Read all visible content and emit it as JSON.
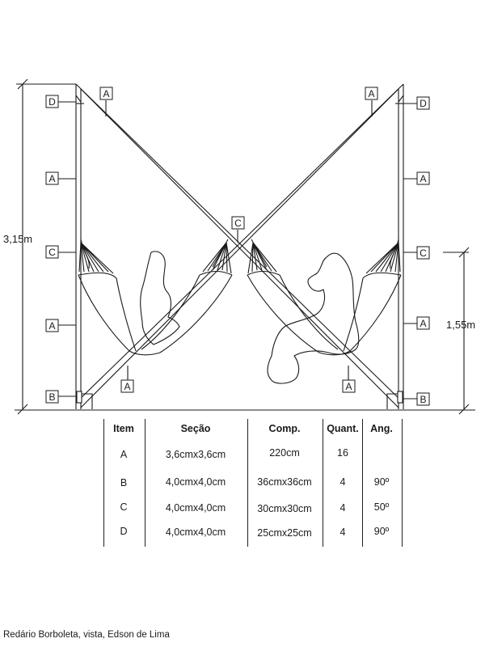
{
  "labels": {
    "A": "A",
    "B": "B",
    "C": "C",
    "D": "D"
  },
  "dimensions": {
    "total_height": "3,15m",
    "hammock_height": "1,55m"
  },
  "table": {
    "headers": [
      "Item",
      "Seção",
      "Comp.",
      "Quant.",
      "Ang."
    ],
    "rows": [
      {
        "item": "A",
        "secao": "3,6cmx3,6cm",
        "comp": "220cm",
        "quant": "16",
        "ang": ""
      },
      {
        "item": "B",
        "secao": "4,0cmx4,0cm",
        "comp": "36cmx36cm",
        "quant": "4",
        "ang": "90º"
      },
      {
        "item": "C",
        "secao": "4,0cmx4,0cm",
        "comp": "30cmx30cm",
        "quant": "4",
        "ang": "50º"
      },
      {
        "item": "D",
        "secao": "4,0cmx4,0cm",
        "comp": "25cmx25cm",
        "quant": "4",
        "ang": "90º"
      }
    ]
  },
  "caption": "Redário Borboleta, vista, Edson de Lima"
}
